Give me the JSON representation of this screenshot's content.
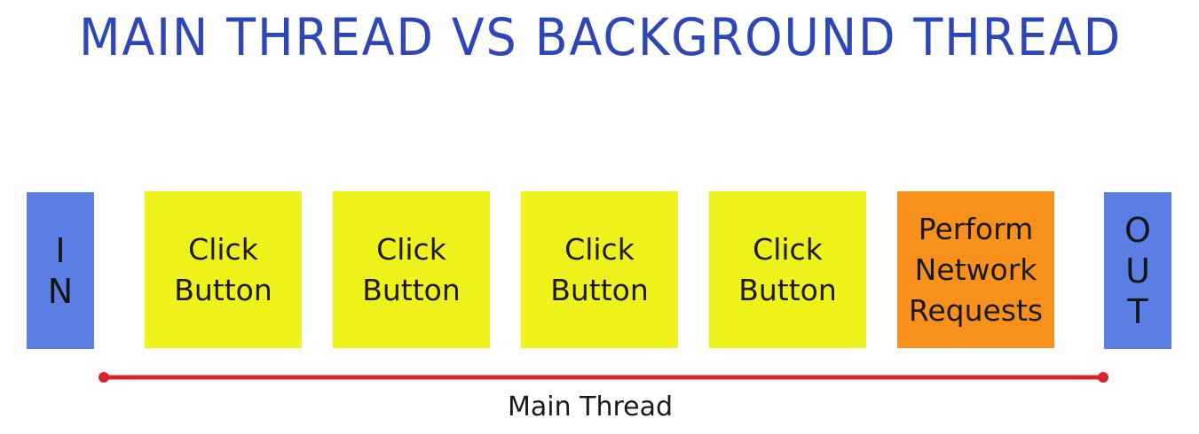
{
  "title": "MAIN THREAD VS BACKGROUND THREAD",
  "in_cap": {
    "letters": [
      "I",
      "N"
    ]
  },
  "out_cap": {
    "letters": [
      "O",
      "U",
      "T"
    ]
  },
  "tasks": [
    {
      "line1": "Click",
      "line2": "Button"
    },
    {
      "line1": "Click",
      "line2": "Button"
    },
    {
      "line1": "Click",
      "line2": "Button"
    },
    {
      "line1": "Click",
      "line2": "Button"
    },
    {
      "line1": "Perform",
      "line2": "Network",
      "line3": "Requests"
    }
  ],
  "timeline_label": "Main Thread",
  "colors": {
    "title": "#2e47b8",
    "endcap": "#5a7ee3",
    "task_yellow": "#eef21a",
    "task_orange": "#f7911b",
    "timeline": "#d8252c"
  }
}
